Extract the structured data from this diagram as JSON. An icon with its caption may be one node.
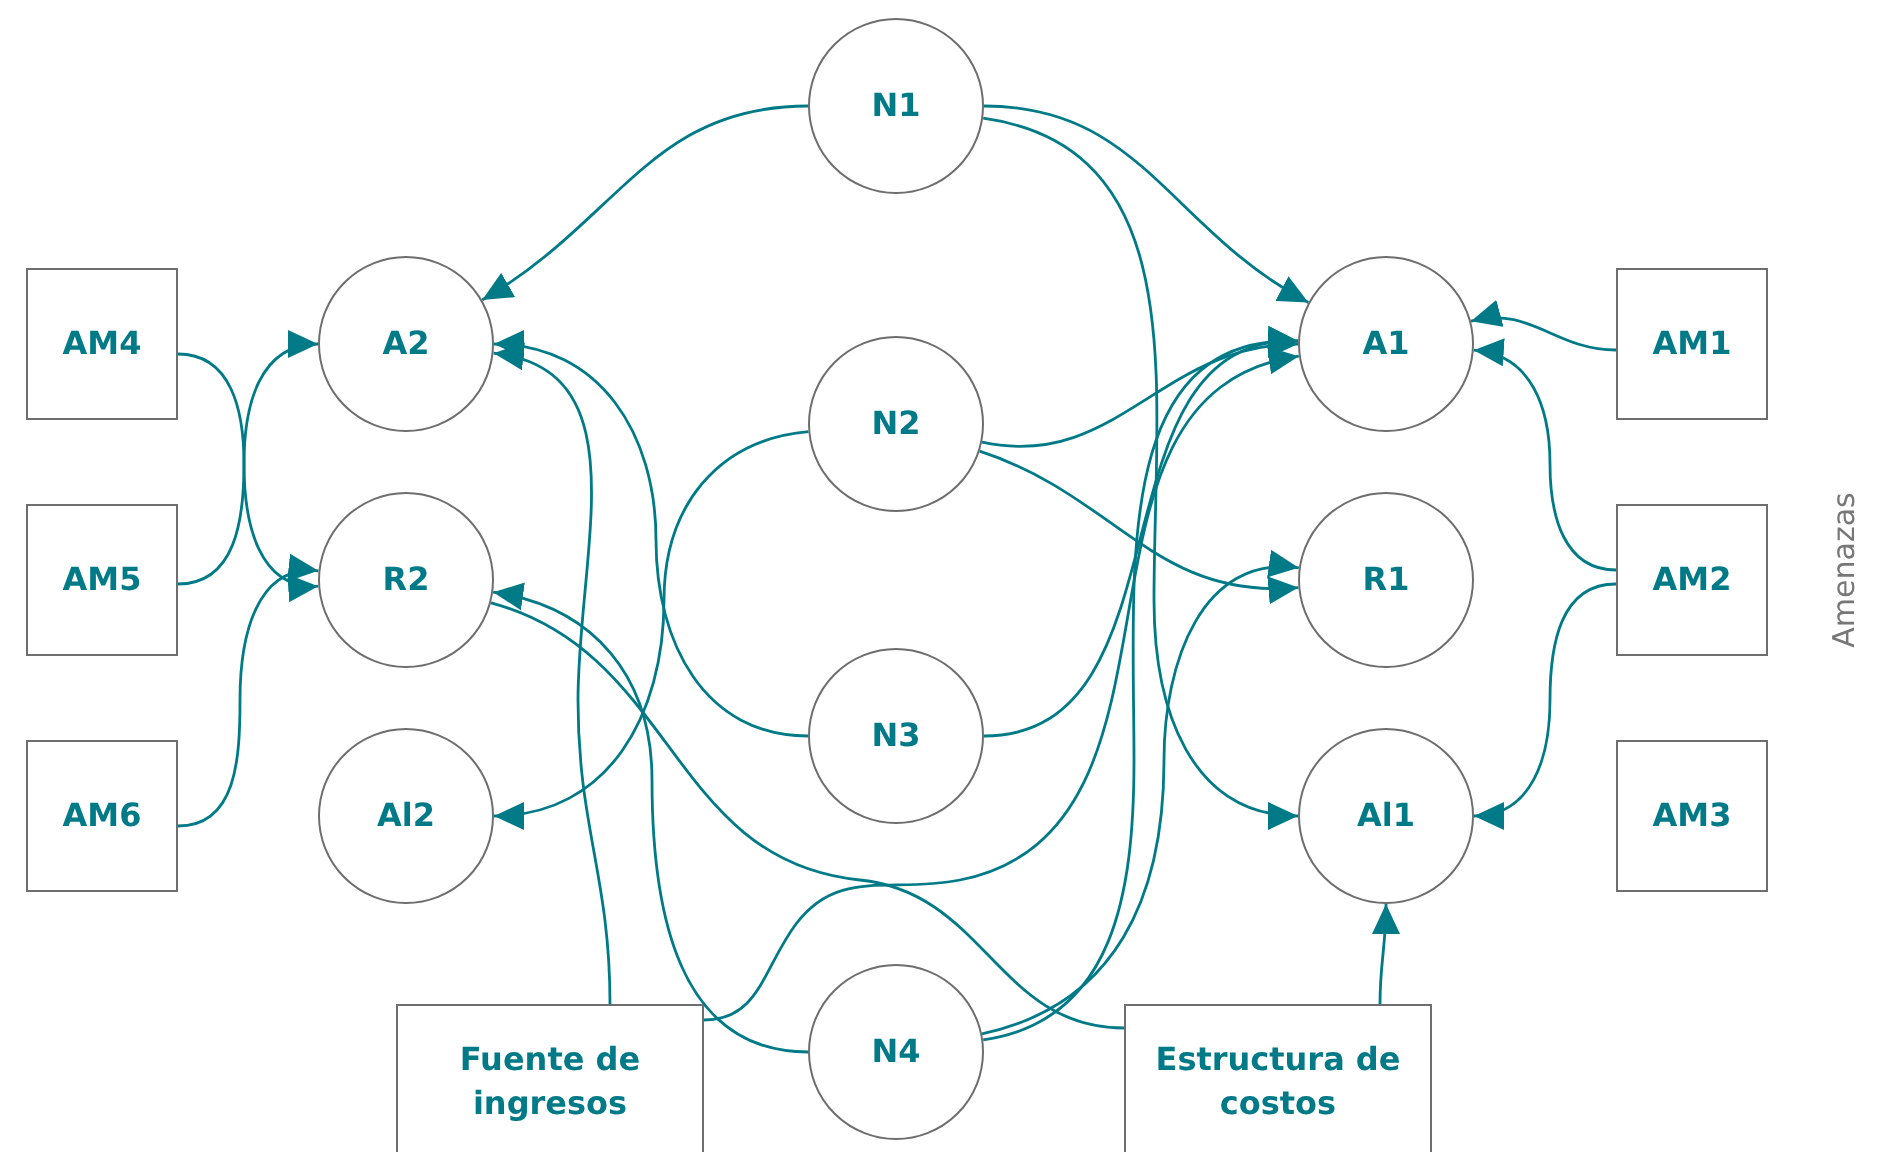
{
  "diagram": {
    "nodes": [
      {
        "text": [
          "N1"
        ]
      },
      {
        "text": [
          "A2"
        ]
      },
      {
        "text": [
          "A1"
        ]
      },
      {
        "text": [
          "AM4"
        ]
      },
      {
        "text": [
          "AM1"
        ]
      },
      {
        "text": [
          "N2"
        ]
      },
      {
        "text": [
          "AM5"
        ]
      },
      {
        "text": [
          "R2"
        ]
      },
      {
        "text": [
          "R1"
        ]
      },
      {
        "text": [
          "AM2"
        ]
      },
      {
        "text": [
          "N3"
        ]
      },
      {
        "text": [
          "AM6"
        ]
      },
      {
        "text": [
          "Al2"
        ]
      },
      {
        "text": [
          "Al1"
        ]
      },
      {
        "text": [
          "AM3"
        ]
      },
      {
        "text": [
          "N4"
        ]
      },
      {
        "text": [
          "Fuente de ingresos"
        ]
      },
      {
        "text": [
          "Estructura de costos"
        ]
      }
    ],
    "edges": [
      {
        "from": 0,
        "to": 1,
        "arrow": "to"
      },
      {
        "from": 0,
        "to": 2,
        "arrow": "to"
      },
      {
        "from": 0,
        "to": 13,
        "arrow": "to"
      },
      {
        "from": 5,
        "to": 2,
        "arrow": "to"
      },
      {
        "from": 5,
        "to": 8,
        "arrow": "to"
      },
      {
        "from": 5,
        "to": 12,
        "arrow": "to"
      },
      {
        "from": 10,
        "to": 1,
        "arrow": "to"
      },
      {
        "from": 10,
        "to": 2,
        "arrow": "to"
      },
      {
        "from": 15,
        "to": 7,
        "arrow": "to"
      },
      {
        "from": 15,
        "to": 2,
        "arrow": "to"
      },
      {
        "from": 15,
        "to": 8,
        "arrow": "to"
      },
      {
        "from": 16,
        "to": 1,
        "arrow": "to"
      },
      {
        "from": 16,
        "to": 2,
        "arrow": "to"
      },
      {
        "from": 7,
        "to": 17,
        "arrow": "none"
      },
      {
        "from": 17,
        "to": 13,
        "arrow": "to"
      },
      {
        "from": 3,
        "to": 7,
        "arrow": "to"
      },
      {
        "from": 6,
        "to": 1,
        "arrow": "to"
      },
      {
        "from": 11,
        "to": 7,
        "arrow": "to"
      },
      {
        "from": 4,
        "to": 2,
        "arrow": "to"
      },
      {
        "from": 9,
        "to": 2,
        "arrow": "to"
      },
      {
        "from": 9,
        "to": 13,
        "arrow": "to"
      }
    ],
    "labels": [
      "Amenazas"
    ]
  }
}
